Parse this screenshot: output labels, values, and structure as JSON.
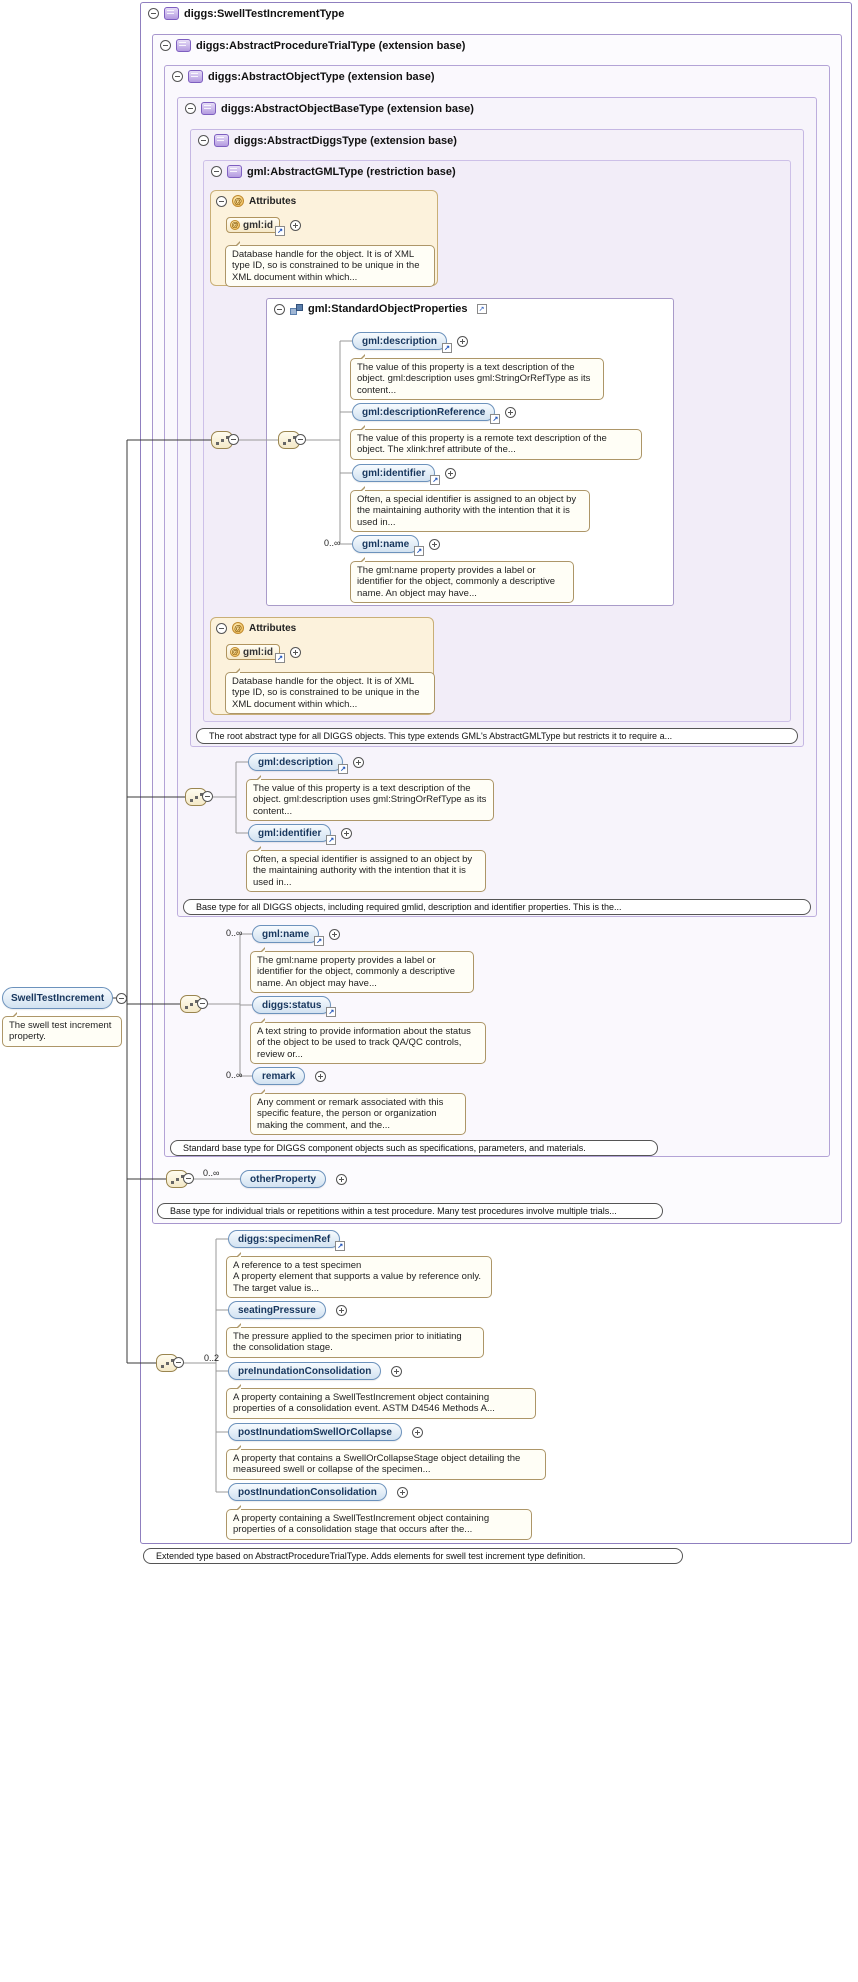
{
  "root_element": {
    "label": "SwellTestIncrement",
    "doc": "The swell test increment property."
  },
  "types": {
    "swell": {
      "title": "diggs:SwellTestIncrementType",
      "annotation": "Extended type based on AbstractProcedureTrialType. Adds elements for swell test increment type definition."
    },
    "trial": {
      "title": "diggs:AbstractProcedureTrialType (extension base)",
      "annotation": "Base type for individual trials or repetitions within a test procedure. Many test procedures involve multiple trials..."
    },
    "object": {
      "title": "diggs:AbstractObjectType (extension base)",
      "annotation": "Standard base type for DIGGS component objects such as specifications, parameters, and materials."
    },
    "objectBase": {
      "title": "diggs:AbstractObjectBaseType (extension base)",
      "annotation": "Base type for all DIGGS objects, including required gmlid, description and identifier properties. This is the..."
    },
    "diggs": {
      "title": "diggs:AbstractDiggsType (extension base)",
      "annotation": "The root abstract type for all DIGGS objects. This type extends GML's AbstractGMLType but restricts it to require a..."
    },
    "gml": {
      "title": "gml:AbstractGMLType (restriction base)"
    }
  },
  "groups": {
    "sop": {
      "title": "gml:StandardObjectProperties"
    }
  },
  "attributes": {
    "title": "Attributes",
    "id_label": "gml:id",
    "id_doc": "Database handle for the object. It is of XML type ID, so is constrained to be unique in the XML document within which..."
  },
  "elements": {
    "sop_description": {
      "label": "gml:description",
      "doc": "The value of this property is a text description of the object. gml:description uses gml:StringOrRefType as its content..."
    },
    "sop_descriptionReference": {
      "label": "gml:descriptionReference",
      "doc": "The value of this property is a remote text description of the object. The xlink:href attribute of the..."
    },
    "sop_identifier": {
      "label": "gml:identifier",
      "doc": "Often, a special identifier is assigned to an object by the maintaining authority with the intention that it is used in..."
    },
    "sop_name": {
      "label": "gml:name",
      "cardinality": "0..∞",
      "doc": "The gml:name property provides a label or identifier for the object, commonly a descriptive name. An object may have..."
    },
    "base_description": {
      "label": "gml:description",
      "doc": "The value of this property is a text description of the object. gml:description uses gml:StringOrRefType as its content..."
    },
    "base_identifier": {
      "label": "gml:identifier",
      "doc": "Often, a special identifier is assigned to an object by the maintaining authority with the intention that it is used in..."
    },
    "obj_name": {
      "label": "gml:name",
      "cardinality": "0..∞",
      "doc": "The gml:name property provides a label or identifier for the object, commonly a descriptive name. An object may have..."
    },
    "obj_status": {
      "label": "diggs:status",
      "doc": "A text string to provide information about the status of the object to be used to track QA/QC controls, review or..."
    },
    "obj_remark": {
      "label": "remark",
      "cardinality": "0..∞",
      "doc": "Any comment or remark associated with this specific feature, the person or organization making the comment, and the..."
    },
    "trial_otherProperty": {
      "label": "otherProperty",
      "cardinality": "0..∞"
    },
    "swell_specimenRef": {
      "label": "diggs:specimenRef",
      "doc1": "A reference to a test specimen",
      "doc2": "A property element that supports a value by reference only. The target value is..."
    },
    "swell_seatingPressure": {
      "label": "seatingPressure",
      "doc": "The pressure applied to the specimen prior to initiating the consolidation stage."
    },
    "swell_preInundationConsolidation": {
      "label": "preInundationConsolidation",
      "cardinality": "0..2",
      "doc": "A property containing a SwellTestIncrement object containing properties of a consolidation event. ASTM D4546 Methods A..."
    },
    "swell_postInundatiomSwellOrCollapse": {
      "label": "postInundatiomSwellOrCollapse",
      "doc": "A property that contains a SwellOrCollapseStage object detailing the measureed swell or collapse of the specimen..."
    },
    "swell_postInundationConsolidation": {
      "label": "postInundationConsolidation",
      "doc": "A property containing a SwellTestIncrement object containing properties of a consolidation stage that occurs after the..."
    }
  },
  "icons": {
    "collapse": "minus-in-circle ⊖",
    "expand": "plus-in-circle ⊕",
    "jump": "jump-to-definition ↗",
    "attribute": "at-sign @",
    "sequence": "sequence-compositor",
    "complex_type": "complex-type purple box",
    "model_group": "model-group squares"
  },
  "colors": {
    "type_border": "#8F7FBF",
    "element_border": "#6C92BC",
    "element_fill": "#D2E2F1",
    "attributes_fill": "#FCF2DC",
    "doc_border": "#AD9668",
    "annotation_border": "#555555"
  }
}
